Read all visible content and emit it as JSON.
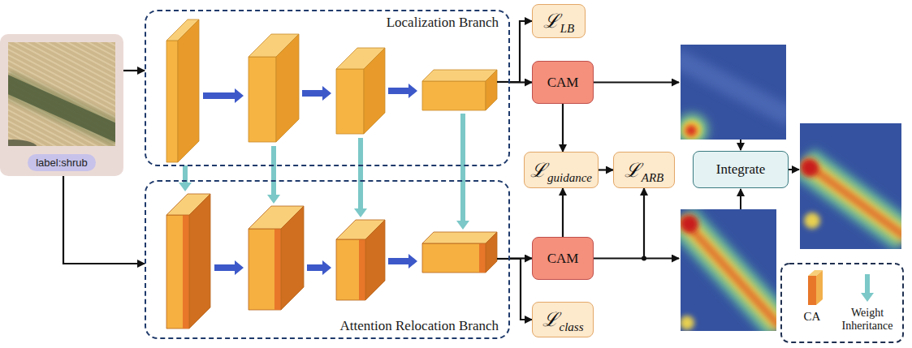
{
  "diagram": {
    "nodes": [
      {
        "text": [
          "label:shrub"
        ]
      },
      {
        "text": [
          "Localization Branch"
        ]
      },
      {
        "text": [
          "Attention Relocation Branch"
        ]
      },
      {
        "text": [
          "ℒ",
          "LB"
        ]
      },
      {
        "text": [
          "CAM"
        ]
      },
      {
        "text": [
          "ℒ",
          "guidance"
        ]
      },
      {
        "text": [
          "ℒ",
          "ARB"
        ]
      },
      {
        "text": [
          "CAM"
        ]
      },
      {
        "text": [
          "ℒ",
          "class"
        ]
      },
      {
        "text": [
          "Integrate"
        ]
      }
    ],
    "edges": [
      {
        "from": 0,
        "to": 1,
        "arrow": "to"
      },
      {
        "from": 0,
        "to": 2,
        "arrow": "to"
      },
      {
        "from": 1,
        "to": 3,
        "arrow": "to"
      },
      {
        "from": 1,
        "to": 4,
        "arrow": "to"
      },
      {
        "from": 4,
        "to": 5,
        "arrow": "to"
      },
      {
        "from": 7,
        "to": 5,
        "arrow": "to"
      },
      {
        "from": 5,
        "to": 6,
        "arrow": "to"
      },
      {
        "from": 2,
        "to": 7,
        "arrow": "to"
      },
      {
        "from": 2,
        "to": 8,
        "arrow": "to"
      },
      {
        "from": 7,
        "to": 6,
        "arrow": "to"
      }
    ],
    "legend": [
      {
        "text": "CA",
        "color": "#e8772a"
      },
      {
        "text": "Weight Inheritance"
      }
    ]
  }
}
